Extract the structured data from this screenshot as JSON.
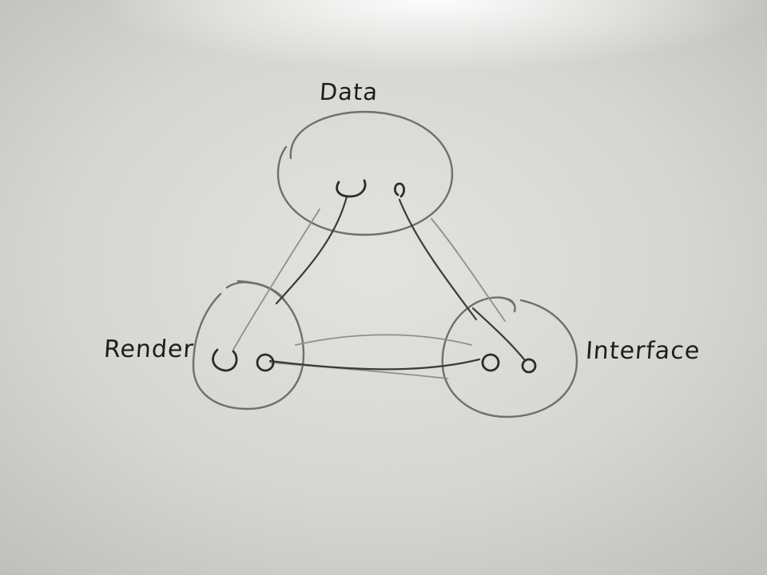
{
  "diagram": {
    "nodes": [
      {
        "id": "data",
        "label": "Data"
      },
      {
        "id": "render",
        "label": "Render"
      },
      {
        "id": "interface",
        "label": "Interface"
      }
    ],
    "edges": [
      {
        "from": "data",
        "to": "render"
      },
      {
        "from": "data",
        "to": "interface"
      },
      {
        "from": "render",
        "to": "interface"
      }
    ]
  }
}
